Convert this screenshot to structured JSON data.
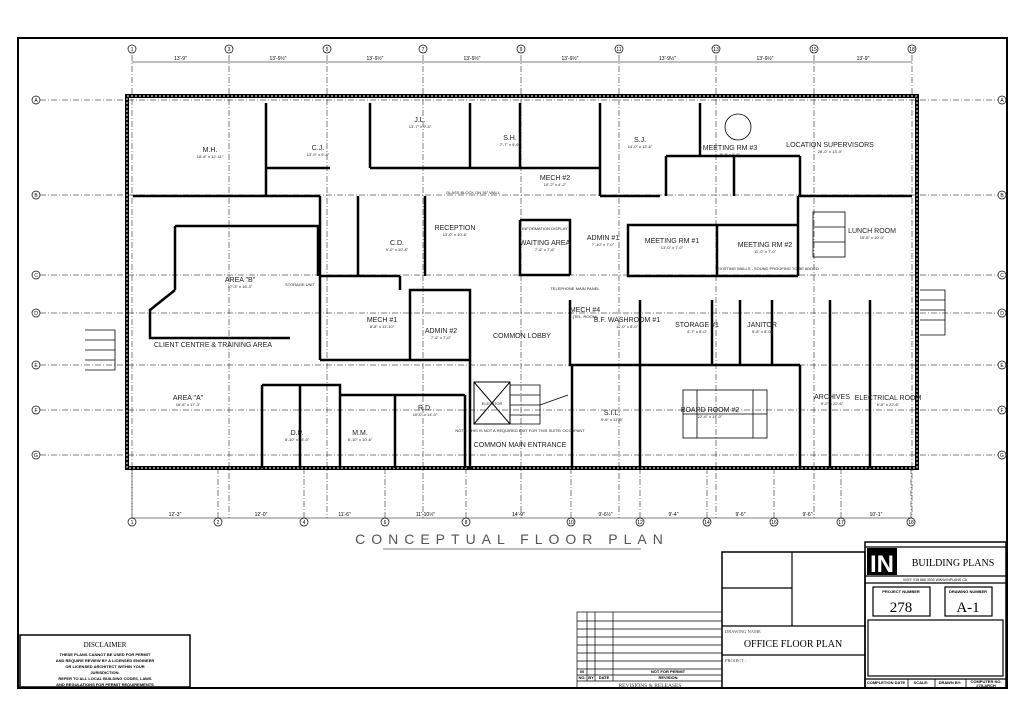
{
  "plan": {
    "title": "CONCEPTUAL FLOOR PLAN",
    "grid_top": [
      "1",
      "3",
      "5",
      "7",
      "9",
      "11",
      "13",
      "15",
      "18"
    ],
    "dims_top": [
      "13'-9\"",
      "13'-9½\"",
      "13'-9½\"",
      "13'-9½\"",
      "13'-9½\"",
      "13'-9½\"",
      "13'-9½\"",
      "13'-9\""
    ],
    "grid_bottom": [
      "1",
      "2",
      "4",
      "6",
      "8",
      "10",
      "12",
      "14",
      "16",
      "17",
      "18"
    ],
    "dims_bottom": [
      "12'-3\"",
      "12'-0\"",
      "11'-6\"",
      "11'-10½\"",
      "14'-9\"",
      "9'-6½\"",
      "9'-4\"",
      "9'-6\"",
      "9'-6\"",
      "10'-1\""
    ],
    "grid_rows": [
      "A",
      "B",
      "C",
      "D",
      "E",
      "F",
      "G"
    ],
    "rooms": [
      {
        "name": "M.H.",
        "size": "18'-8\" x 12'-11\""
      },
      {
        "name": "C.J.",
        "size": "13'-9\" x 9'-4\""
      },
      {
        "name": "J.L.",
        "size": "13'-7\" x 9'-4\""
      },
      {
        "name": "S.H.",
        "size": "7'-7\" x 9'-6\""
      },
      {
        "name": "S.J.",
        "size": "14'-0\" x 12'-6\""
      },
      {
        "name": "MEETING RM #3",
        "size": "8'-3\" x 9'-6\""
      },
      {
        "name": "LOCATION SUPERVISORS",
        "size": "28'-0\" x 13'-0\""
      },
      {
        "name": "RECEPTION",
        "size": "13'-0\" x 10'-6\""
      },
      {
        "name": "C.D.",
        "size": "9'-0\" x 10'-8\""
      },
      {
        "name": "WAITING AREA",
        "size": "7'-6\" x 7'-6\""
      },
      {
        "name": "ADMIN #1",
        "size": "7'-10\" x 7'-0\""
      },
      {
        "name": "MEETING RM #1",
        "size": "13'-0\" x 7'-0\""
      },
      {
        "name": "MEETING RM #2",
        "size": "11'-0\" x 7'-0\""
      },
      {
        "name": "LUNCH ROOM",
        "size": "15'-6\" x 10'-0\""
      },
      {
        "name": "CLIENT CENTRE & TRAINING AREA",
        "size": ""
      },
      {
        "name": "AREA \"A\"",
        "size": "18'-6\" x 17'-3\""
      },
      {
        "name": "AREA \"B\"",
        "size": "17'-3\" x 16'-3\""
      },
      {
        "name": "MECH #1",
        "size": "8'-8\" x 11'-10\""
      },
      {
        "name": "ADMIN #2",
        "size": "7'-6\" x 7'-0\""
      },
      {
        "name": "COMMON LOBBY",
        "size": ""
      },
      {
        "name": "MECH #4",
        "size": "(TEL. ROOM)"
      },
      {
        "name": "B.F. WASHROOM #1",
        "size": "11'-0\" x 8'-0\""
      },
      {
        "name": "STORAGE #1",
        "size": "4'-7\" x 8'-0\""
      },
      {
        "name": "JANITOR",
        "size": "5'-8\" x 8'-0\""
      },
      {
        "name": "ARCHIVES",
        "size": "9'-0\" x 22'-6\""
      },
      {
        "name": "ELECTRICAL ROOM",
        "size": "6'-6\" x 22'-6\""
      },
      {
        "name": "BOARD ROOM #2",
        "size": "22'-6\" x 14'-0\""
      },
      {
        "name": "S.I.L.",
        "size": "9'-6\" x 11'-6\""
      },
      {
        "name": "COMMON MAIN ENTRANCE",
        "size": ""
      },
      {
        "name": "D.P.",
        "size": "8'-10\" x 14'-0\""
      },
      {
        "name": "M.M.",
        "size": "8'-10\" x 10'-6\""
      },
      {
        "name": "R.D.",
        "size": "10'-0\" x 14'-0\""
      },
      {
        "name": "MECH #2",
        "size": "10'-2\" x 4'-2\""
      }
    ],
    "notes": [
      "GLASS BLOCK ON 36\" WALL",
      "EXISTING WALLS - SOUND PROOFING TO BE ADDED",
      "NOTE: THIS IS NOT A REQUIRED EXIT FOR THIS SUITE/ OCCUPANT",
      "INFORMATION DISPLAY",
      "STORAGE UNIT",
      "TELEPHONE MAIN PANEL",
      "ELEVATOR"
    ]
  },
  "disclaimer": {
    "title": "DISCLAIMER",
    "lines": [
      "THESE PLANS CANNOT BE USED FOR PERMIT",
      "AND REQUIRE REVIEW BY A LICENSED ENGINEER",
      "OR LICENSED ARCHITECT WITHIN YOUR",
      "JURISDICTION.",
      "REFER TO ALL LOCAL BUILDING CODES, LAWS",
      "AND REGULATIONS FOR PERMIT REQUIREMENTS"
    ]
  },
  "revisions": {
    "row_no": "00",
    "row_revision": "NOT FOR PERMIT",
    "headers": [
      "NO.",
      "BY",
      "DATE",
      "REVISION"
    ],
    "caption": "REVISIONS & RELEASES"
  },
  "title_block": {
    "logo": "IN",
    "company": "BUILDING PLANS",
    "contact": "VISIT: 018 868 3333  WWW.INPLANS.CA",
    "project_number_label": "PROJECT NUMBER",
    "project_number": "278",
    "drawing_number_label": "DRAWING NUMBER",
    "drawing_number": "A-1",
    "drawing_name_label": "DRAWING NAME",
    "drawing_name": "OFFICE FLOOR PLAN",
    "project_label": "PROJECT :",
    "footer": [
      "COMPLETION DATE",
      "SCALE:",
      "DRAWN BY:",
      "COMPUTER NO."
    ],
    "computer_no": "278-ARCH"
  }
}
